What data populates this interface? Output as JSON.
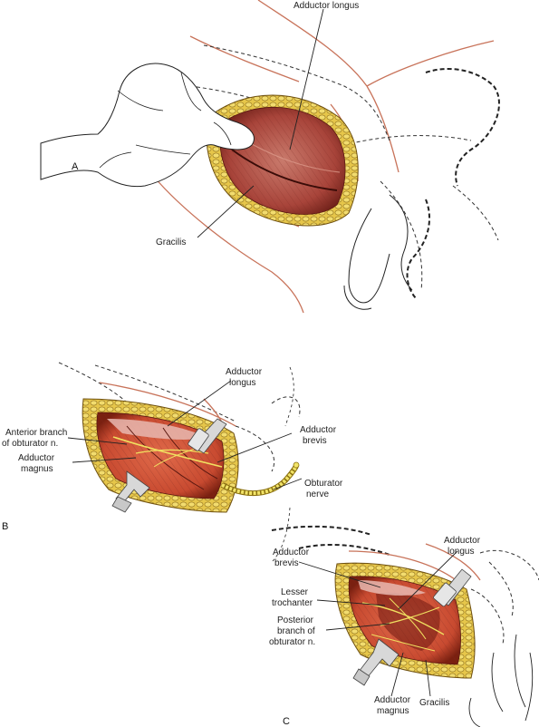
{
  "panels": {
    "a": {
      "letter": "A",
      "labels": {
        "adductor_longus": "Adductor longus",
        "gracilis": "Gracilis"
      }
    },
    "b": {
      "letter": "B",
      "labels": {
        "adductor_longus_1": "Adductor",
        "adductor_longus_2": "longus",
        "anterior_branch_1": "Anterior branch",
        "anterior_branch_2": "of obturator n.",
        "adductor_magnus_1": "Adductor",
        "adductor_magnus_2": "magnus",
        "adductor_brevis_1": "Adductor",
        "adductor_brevis_2": "brevis",
        "obturator_nerve_1": "Obturator",
        "obturator_nerve_2": "nerve"
      }
    },
    "c": {
      "letter": "C",
      "labels": {
        "adductor_brevis_1": "Adductor",
        "adductor_brevis_2": "brevis",
        "adductor_longus_1": "Adductor",
        "adductor_longus_2": "longus",
        "lesser_trochanter_1": "Lesser",
        "lesser_trochanter_2": "trochanter",
        "posterior_branch_1": "Posterior",
        "posterior_branch_2": "branch of",
        "posterior_branch_3": "obturator n.",
        "adductor_magnus_1": "Adductor",
        "adductor_magnus_2": "magnus",
        "gracilis": "Gracilis"
      }
    }
  },
  "colors": {
    "muscle": "#b85a4a",
    "muscle_dark": "#7a2a22",
    "fat": "#e8c84a",
    "skin_line": "#c8735a",
    "nerve": "#f0e060",
    "retractor": "#d8d8d8"
  }
}
